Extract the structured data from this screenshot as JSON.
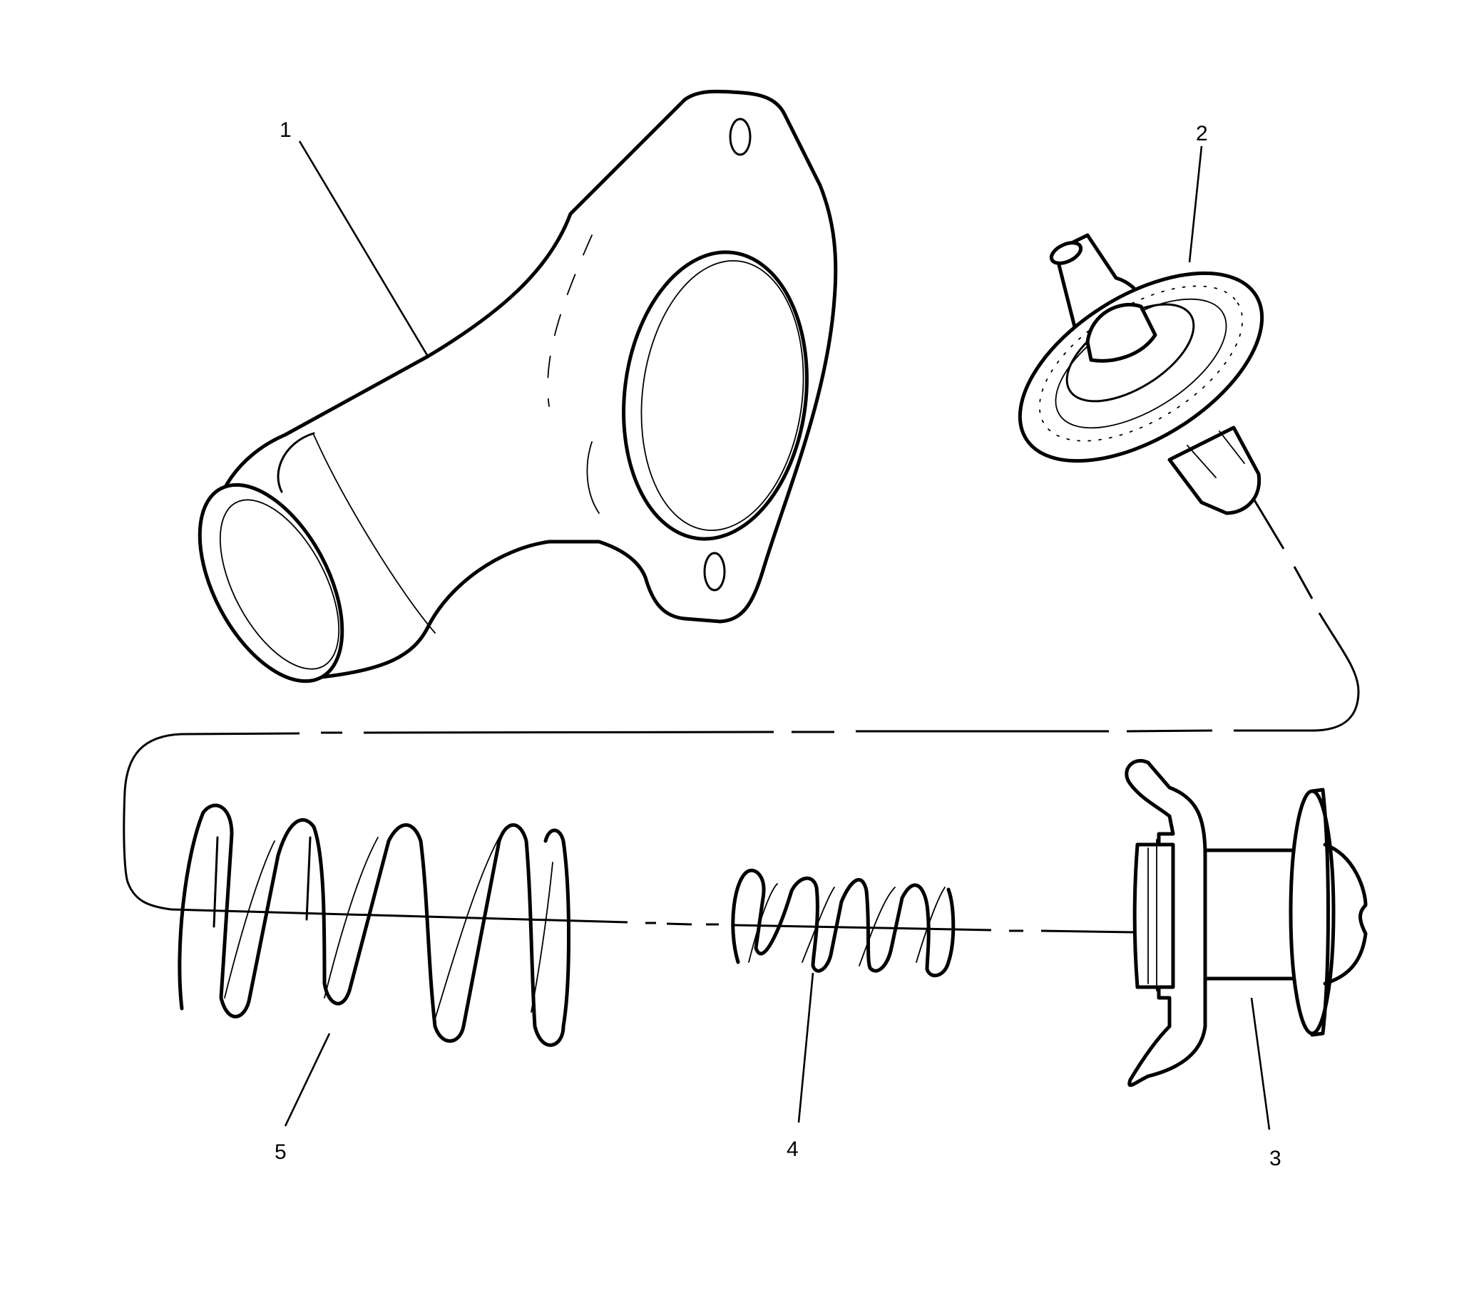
{
  "diagram": {
    "type": "exploded-parts-view",
    "callouts": [
      {
        "id": "1",
        "label": "1",
        "part": "housing"
      },
      {
        "id": "2",
        "label": "2",
        "part": "thermostat"
      },
      {
        "id": "3",
        "label": "3",
        "part": "valve-assembly"
      },
      {
        "id": "4",
        "label": "4",
        "part": "small-spring"
      },
      {
        "id": "5",
        "label": "5",
        "part": "large-spring"
      }
    ]
  }
}
